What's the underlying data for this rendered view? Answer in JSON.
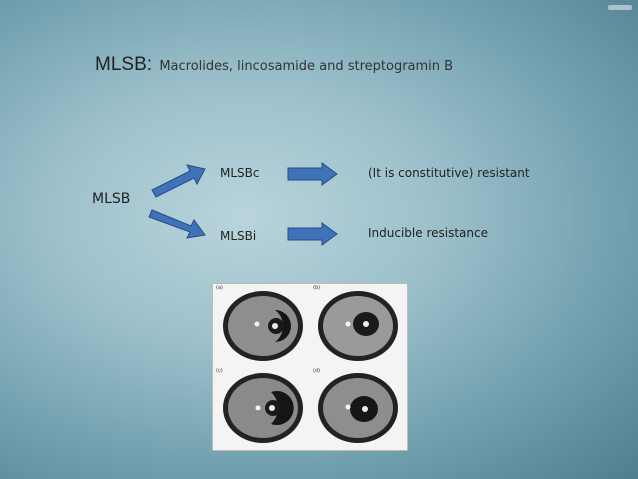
{
  "title": {
    "acronym": "MLSB:",
    "subtitle": "Macrolides, lincosamide and streptogramin B"
  },
  "diagram": {
    "root": "MLSB",
    "branch_top": "MLSBc",
    "branch_bottom": "MLSBi",
    "result_top": "(It is constitutive) resistant",
    "result_bottom": "Inducible resistance"
  },
  "figure": {
    "panels": [
      "(a)",
      "(b)",
      "(c)",
      "(d)"
    ]
  },
  "colors": {
    "arrow_fill": "#3f72b8",
    "arrow_stroke": "#274d80"
  }
}
